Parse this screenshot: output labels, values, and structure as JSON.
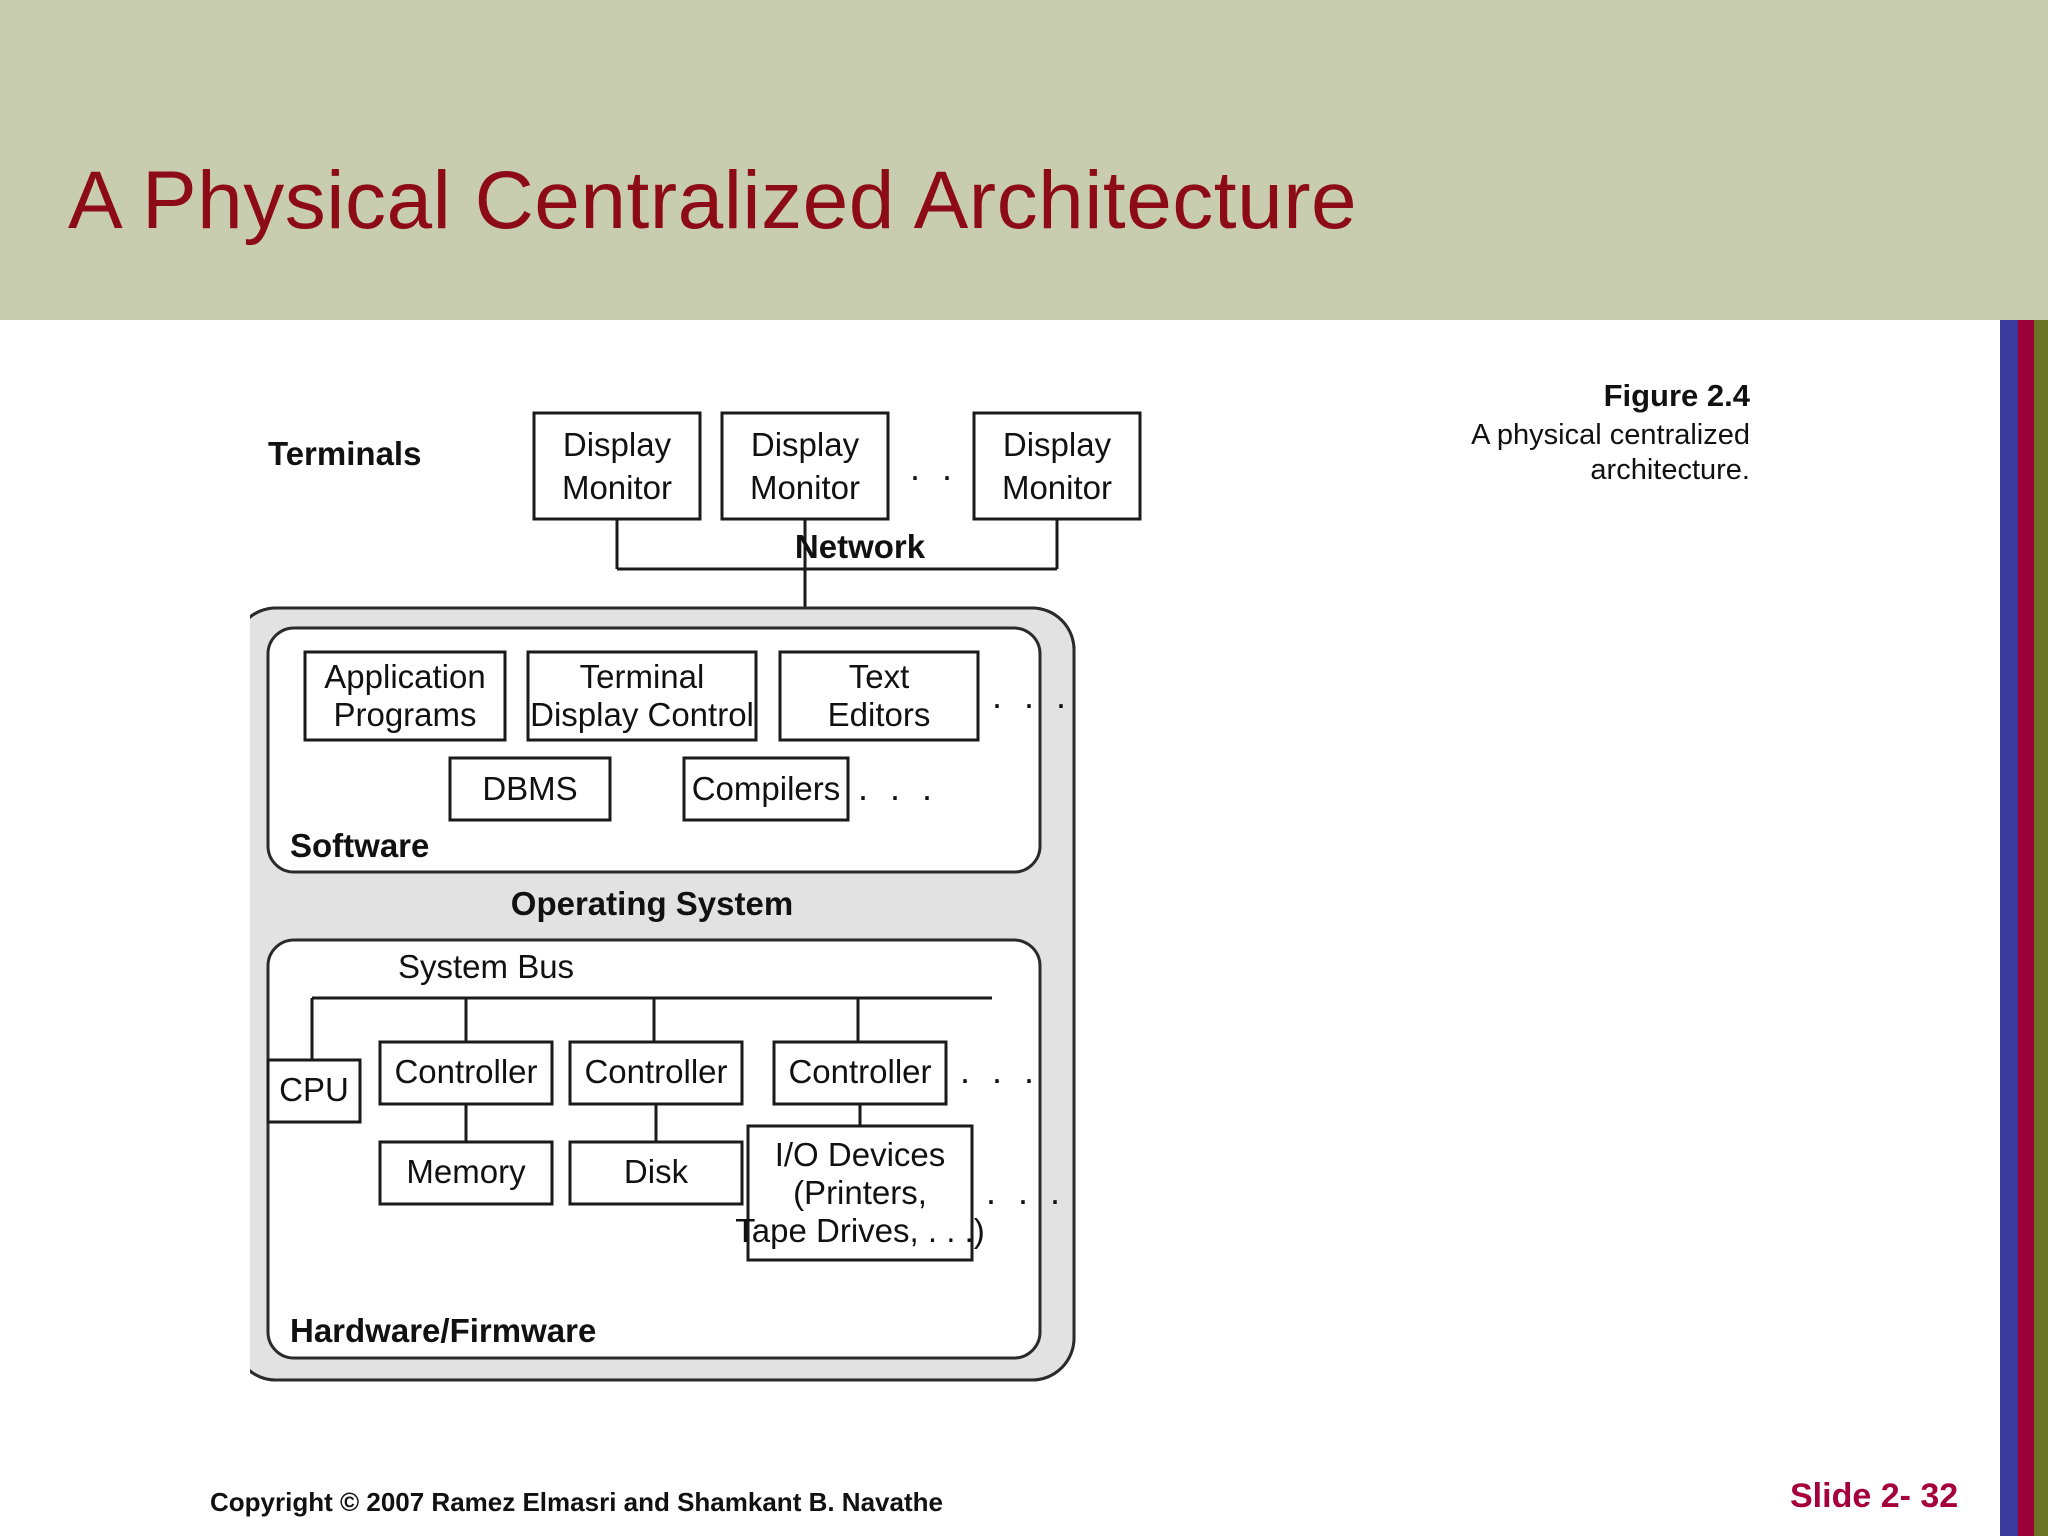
{
  "slide": {
    "title": "A Physical Centralized Architecture",
    "title_color": "#8c0b16",
    "band_color": "#c9cdb0"
  },
  "stripes": {
    "blue": "#393a9c",
    "crimson": "#9c0039",
    "olive": "#6b7324"
  },
  "figure": {
    "number": "Figure 2.4",
    "description": "A physical centralized architecture."
  },
  "diagram": {
    "terminals_label": "Terminals",
    "network_label": "Network",
    "operating_system_label": "Operating System",
    "software_label": "Software",
    "hardware_label": "Hardware/Firmware",
    "system_bus_label": "System Bus",
    "ellipsis": ". . .",
    "terminals": [
      {
        "line1": "Display",
        "line2": "Monitor"
      },
      {
        "line1": "Display",
        "line2": "Monitor"
      },
      {
        "line1": "Display",
        "line2": "Monitor"
      }
    ],
    "software_row1": [
      {
        "line1": "Application",
        "line2": "Programs"
      },
      {
        "line1": "Terminal",
        "line2": "Display Control"
      },
      {
        "line1": "Text",
        "line2": "Editors"
      }
    ],
    "software_row2": [
      {
        "line1": "DBMS"
      },
      {
        "line1": "Compilers"
      }
    ],
    "hardware": {
      "cpu": "CPU",
      "controllers": [
        "Controller",
        "Controller",
        "Controller"
      ],
      "memory": "Memory",
      "disk": "Disk",
      "io_devices": {
        "line1": "I/O Devices",
        "line2": "(Printers,",
        "line3": "Tape Drives, . . .)"
      }
    }
  },
  "footer": {
    "copyright": "Copyright © 2007 Ramez Elmasri and Shamkant B. Navathe",
    "slide_number": "Slide 2- 32"
  }
}
